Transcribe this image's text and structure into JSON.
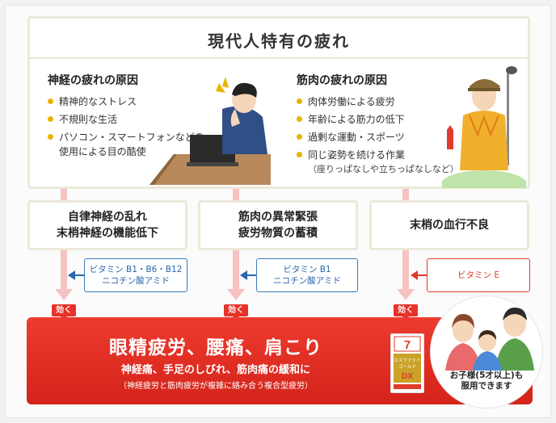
{
  "title": "現代人特有の疲れ",
  "nerve": {
    "title": "神経の疲れの原因",
    "items": [
      "精神的なストレス",
      "不規則な生活",
      "パソコン・スマートフォンなどの",
      "使用による目の酷使"
    ]
  },
  "muscle": {
    "title": "筋肉の疲れの原因",
    "items": [
      "肉体労働による疲労",
      "年齢による筋力の低下",
      "過剰な運動・スポーツ",
      "同じ姿勢を続ける作業"
    ],
    "note": "（座りっぱなしや立ちっぱなしなど）"
  },
  "boxes": [
    {
      "line1": "自律神経の乱れ",
      "line2": "末梢神経の機能低下"
    },
    {
      "line1": "筋肉の異常緊張",
      "line2": "疲労物質の蓄積"
    },
    {
      "line1": "末梢の血行不良",
      "line2": ""
    }
  ],
  "vitamins": [
    {
      "line1": "ビタミン B1・B6・B12",
      "line2": "ニコチン酸アミド",
      "color": "#2a67ad"
    },
    {
      "line1": "ビタミン B1",
      "line2": "ニコチン酸アミド",
      "color": "#2a67ad"
    },
    {
      "line1": "ビタミン E",
      "line2": "",
      "color": "#e03a2c"
    }
  ],
  "effect_label": "効く",
  "result": {
    "main": "眼精疲労、腰痛、肩こり",
    "sub": "神経痛、手足のしびれ、筋肉痛の緩和に",
    "note": "（神経疲労と筋肉疲労が複雑に絡み合う複合型疲労）"
  },
  "product": {
    "number": "7",
    "name1": "エスファイト",
    "name2": "ゴールド",
    "name3": "DX"
  },
  "family": {
    "line1": "お子様(5才以上)も",
    "line2": "服用できます"
  }
}
